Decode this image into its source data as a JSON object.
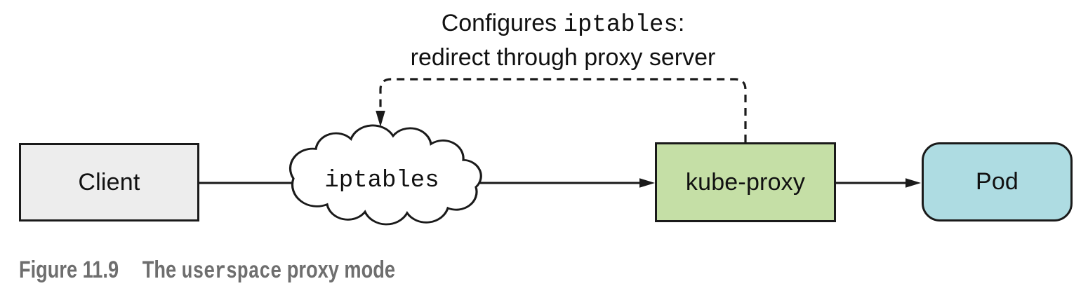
{
  "annotation": {
    "line1_prefix": "Configures ",
    "line1_code": "iptables",
    "line1_suffix": ":",
    "line2": "redirect through proxy server"
  },
  "nodes": {
    "client": {
      "label": "Client",
      "shape": "rectangle",
      "fill": "#ededed"
    },
    "iptables": {
      "label": "iptables",
      "shape": "cloud",
      "fill": "#ffffff"
    },
    "kube_proxy": {
      "label": "kube-proxy",
      "shape": "rectangle",
      "fill": "#c5dfa6"
    },
    "pod": {
      "label": "Pod",
      "shape": "rounded-rectangle",
      "fill": "#aedce2"
    }
  },
  "edges": [
    {
      "from": "client",
      "to": "iptables",
      "style": "solid-line"
    },
    {
      "from": "iptables",
      "to": "kube_proxy",
      "style": "solid-arrow"
    },
    {
      "from": "kube_proxy",
      "to": "pod",
      "style": "solid-arrow"
    },
    {
      "from": "kube_proxy",
      "to": "iptables",
      "style": "dashed-arrow",
      "meaning": "configures iptables: redirect through proxy server"
    }
  ],
  "caption": {
    "figure_label": "Figure 11.9",
    "text_prefix": "The ",
    "text_code": "userspace",
    "text_suffix": " proxy mode",
    "color": "#6e6e6e"
  },
  "colors": {
    "line": "#1a1a1a",
    "background": "#ffffff"
  }
}
